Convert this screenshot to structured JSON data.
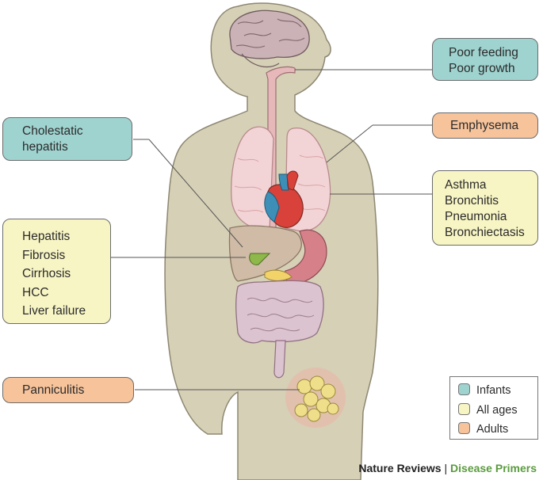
{
  "labels": {
    "poor_feeding": [
      "Poor feeding",
      "Poor growth"
    ],
    "emphysema": [
      "Emphysema"
    ],
    "cholestatic": [
      "Cholestatic",
      "hepatitis"
    ],
    "lung_diseases": [
      "Asthma",
      "Bronchitis",
      "Pneumonia",
      "Bronchiectasis"
    ],
    "liver_diseases": [
      "Hepatitis",
      "Fibrosis",
      "Cirrhosis",
      "HCC",
      "Liver failure"
    ],
    "panniculitis": [
      "Panniculitis"
    ]
  },
  "legend": {
    "items": [
      {
        "label": "Infants",
        "color": "#9fd3cf"
      },
      {
        "label": "All ages",
        "color": "#f7f5c4"
      },
      {
        "label": "Adults",
        "color": "#f6c39b"
      }
    ]
  },
  "footer": {
    "journal": "Nature Reviews",
    "separator": "|",
    "series": "Disease Primers"
  },
  "colors": {
    "body": "#d6d0b6",
    "body_outline": "#8d8772",
    "lungs": "#f3d4d6",
    "heart_red": "#d9423a",
    "heart_blue": "#3d8fb8",
    "liver": "#cfbba6",
    "intestine": "#dcc3d0",
    "fat_cells": "#f0df8a",
    "infants": "#9fd3cf",
    "all_ages": "#f7f5c4",
    "adults": "#f6c39b"
  }
}
